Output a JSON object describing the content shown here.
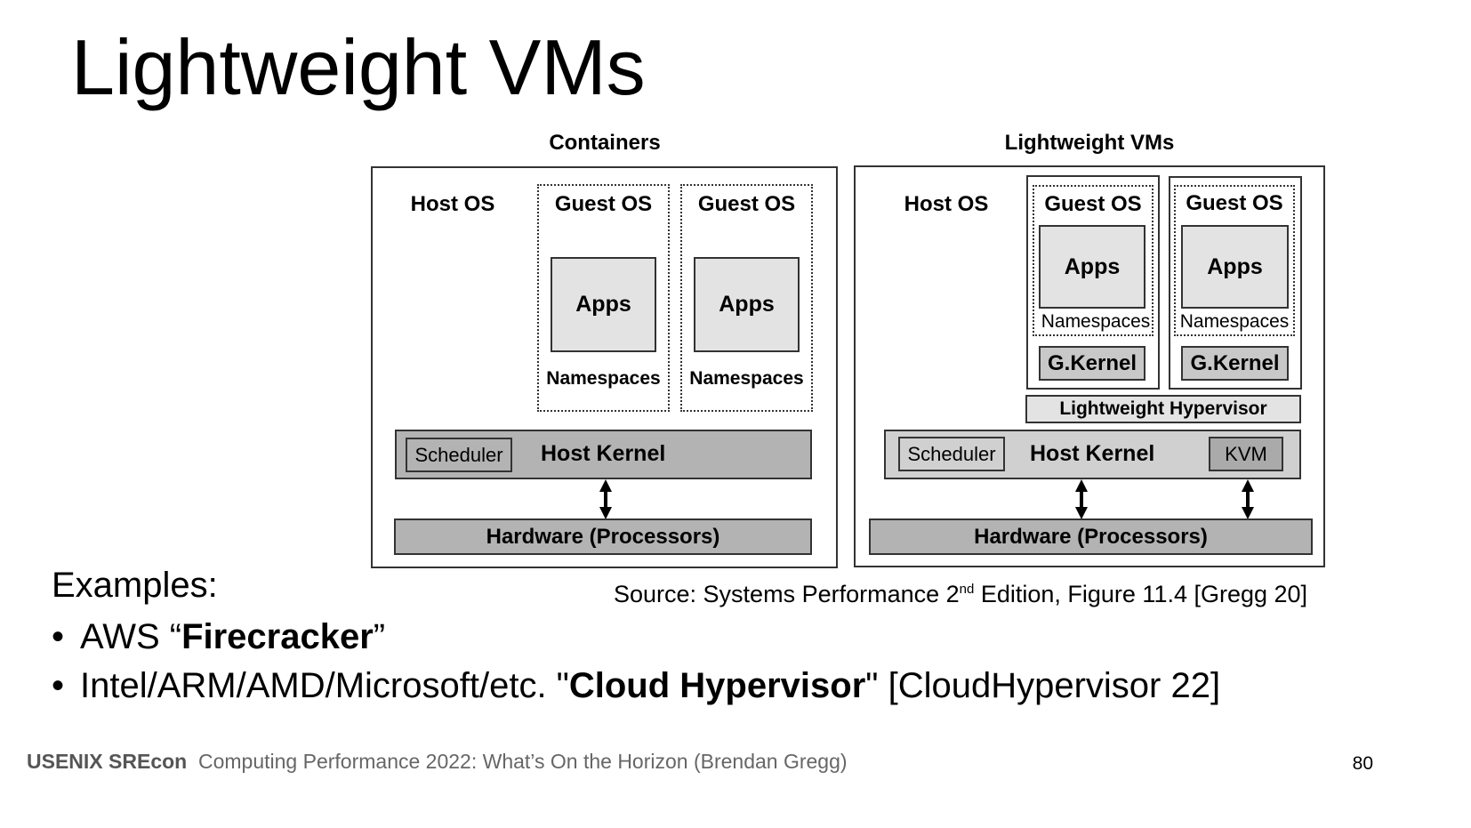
{
  "slide": {
    "title": "Lightweight VMs",
    "page_number": "80"
  },
  "diagram": {
    "containers": {
      "caption": "Containers",
      "host_os": "Host OS",
      "guests": [
        {
          "label": "Guest OS",
          "apps": "Apps",
          "namespaces": "Namespaces"
        },
        {
          "label": "Guest OS",
          "apps": "Apps",
          "namespaces": "Namespaces"
        }
      ],
      "scheduler": "Scheduler",
      "host_kernel": "Host Kernel",
      "hardware": "Hardware (Processors)"
    },
    "lightweight_vms": {
      "caption": "Lightweight VMs",
      "host_os": "Host OS",
      "guests": [
        {
          "label": "Guest OS",
          "apps": "Apps",
          "namespaces": "Namespaces",
          "kernel": "G.Kernel"
        },
        {
          "label": "Guest OS",
          "apps": "Apps",
          "namespaces": "Namespaces",
          "kernel": "G.Kernel"
        }
      ],
      "hypervisor": "Lightweight Hypervisor",
      "scheduler": "Scheduler",
      "host_kernel": "Host Kernel",
      "kvm": "KVM",
      "hardware": "Hardware (Processors)"
    },
    "source": {
      "prefix": "Source: Systems Performance 2",
      "superscript": "nd",
      "suffix": " Edition, Figure 11.4 [Gregg 20]"
    }
  },
  "examples": {
    "heading": "Examples:",
    "items": [
      {
        "bullet": "•",
        "pre": "AWS “",
        "bold": "Firecracker",
        "post": "”"
      },
      {
        "bullet": "•",
        "pre": "Intel/ARM/AMD/Microsoft/etc. \"",
        "bold": "Cloud Hypervisor",
        "post": "\" [CloudHypervisor 22]"
      }
    ]
  },
  "footer": {
    "event": "USENIX SREcon",
    "talk": "Computing Performance 2022: What’s On the Horizon (Brendan Gregg)"
  }
}
